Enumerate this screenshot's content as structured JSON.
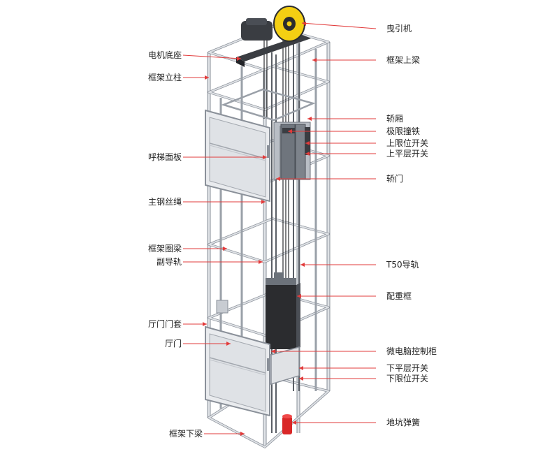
{
  "colors": {
    "leader": "#e23b3b",
    "frame": "#c8ccd2",
    "frame_edge": "#8a9099",
    "motor": "#3a3d42",
    "sheave": "#f4cf13",
    "counterweight": "#2b2c2f",
    "spring": "#d92727",
    "door_panel": "#e9ebee"
  },
  "labels_left": [
    {
      "key": "motor-base",
      "text": "电机底座"
    },
    {
      "key": "frame-column",
      "text": "框架立柱"
    },
    {
      "key": "call-panel",
      "text": "呼梯面板"
    },
    {
      "key": "main-wire-rope",
      "text": "主钢丝绳"
    },
    {
      "key": "frame-ring-beam",
      "text": "框架圈梁"
    },
    {
      "key": "auxiliary-guide-rail",
      "text": "副导轨"
    },
    {
      "key": "landing-door-frame",
      "text": "厅门门套"
    },
    {
      "key": "landing-door",
      "text": "厅门"
    },
    {
      "key": "frame-bottom-beam",
      "text": "框架下梁"
    }
  ],
  "labels_right": [
    {
      "key": "traction-machine",
      "text": "曳引机"
    },
    {
      "key": "frame-top-beam",
      "text": "框架上梁"
    },
    {
      "key": "car",
      "text": "轿厢"
    },
    {
      "key": "limit-cam",
      "text": "极限撞铁"
    },
    {
      "key": "upper-limit-switch",
      "text": "上限位开关"
    },
    {
      "key": "upper-leveling-switch",
      "text": "上平层开关"
    },
    {
      "key": "car-door",
      "text": "轿门"
    },
    {
      "key": "t50-guide-rail",
      "text": "T50导轨"
    },
    {
      "key": "counterweight-frame",
      "text": "配重框"
    },
    {
      "key": "controller-cabinet",
      "text": "微电脑控制柜"
    },
    {
      "key": "lower-leveling-switch",
      "text": "下平层开关"
    },
    {
      "key": "lower-limit-switch",
      "text": "下限位开关"
    },
    {
      "key": "pit-buffer-spring",
      "text": "地坑弹簧"
    }
  ]
}
